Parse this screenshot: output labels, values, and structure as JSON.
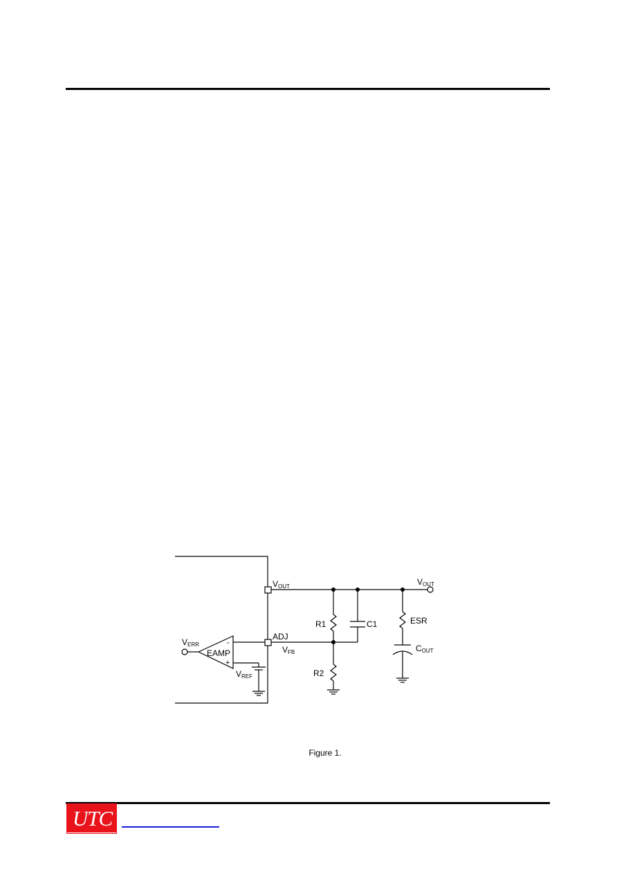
{
  "figure": {
    "caption": "Figure 1.",
    "labels": {
      "vout_pin": "V",
      "vout_pin_sub": "OUT",
      "vout_node": "V",
      "vout_node_sub": "OUT",
      "adj": "ADJ",
      "vfb": "V",
      "vfb_sub": "FB",
      "verr": "V",
      "verr_sub": "ERR",
      "eamp": "EAMP",
      "minus": "-",
      "plus": "+",
      "vref": "V",
      "vref_sub": "REF",
      "r1": "R1",
      "r2": "R2",
      "c1": "C1",
      "esr": "ESR",
      "cout": "C",
      "cout_sub": "OUT"
    }
  },
  "footer": {
    "logo_text": "UTC"
  },
  "colors": {
    "logo_red": "#e8131b",
    "link_blue": "#1a1ad8"
  }
}
